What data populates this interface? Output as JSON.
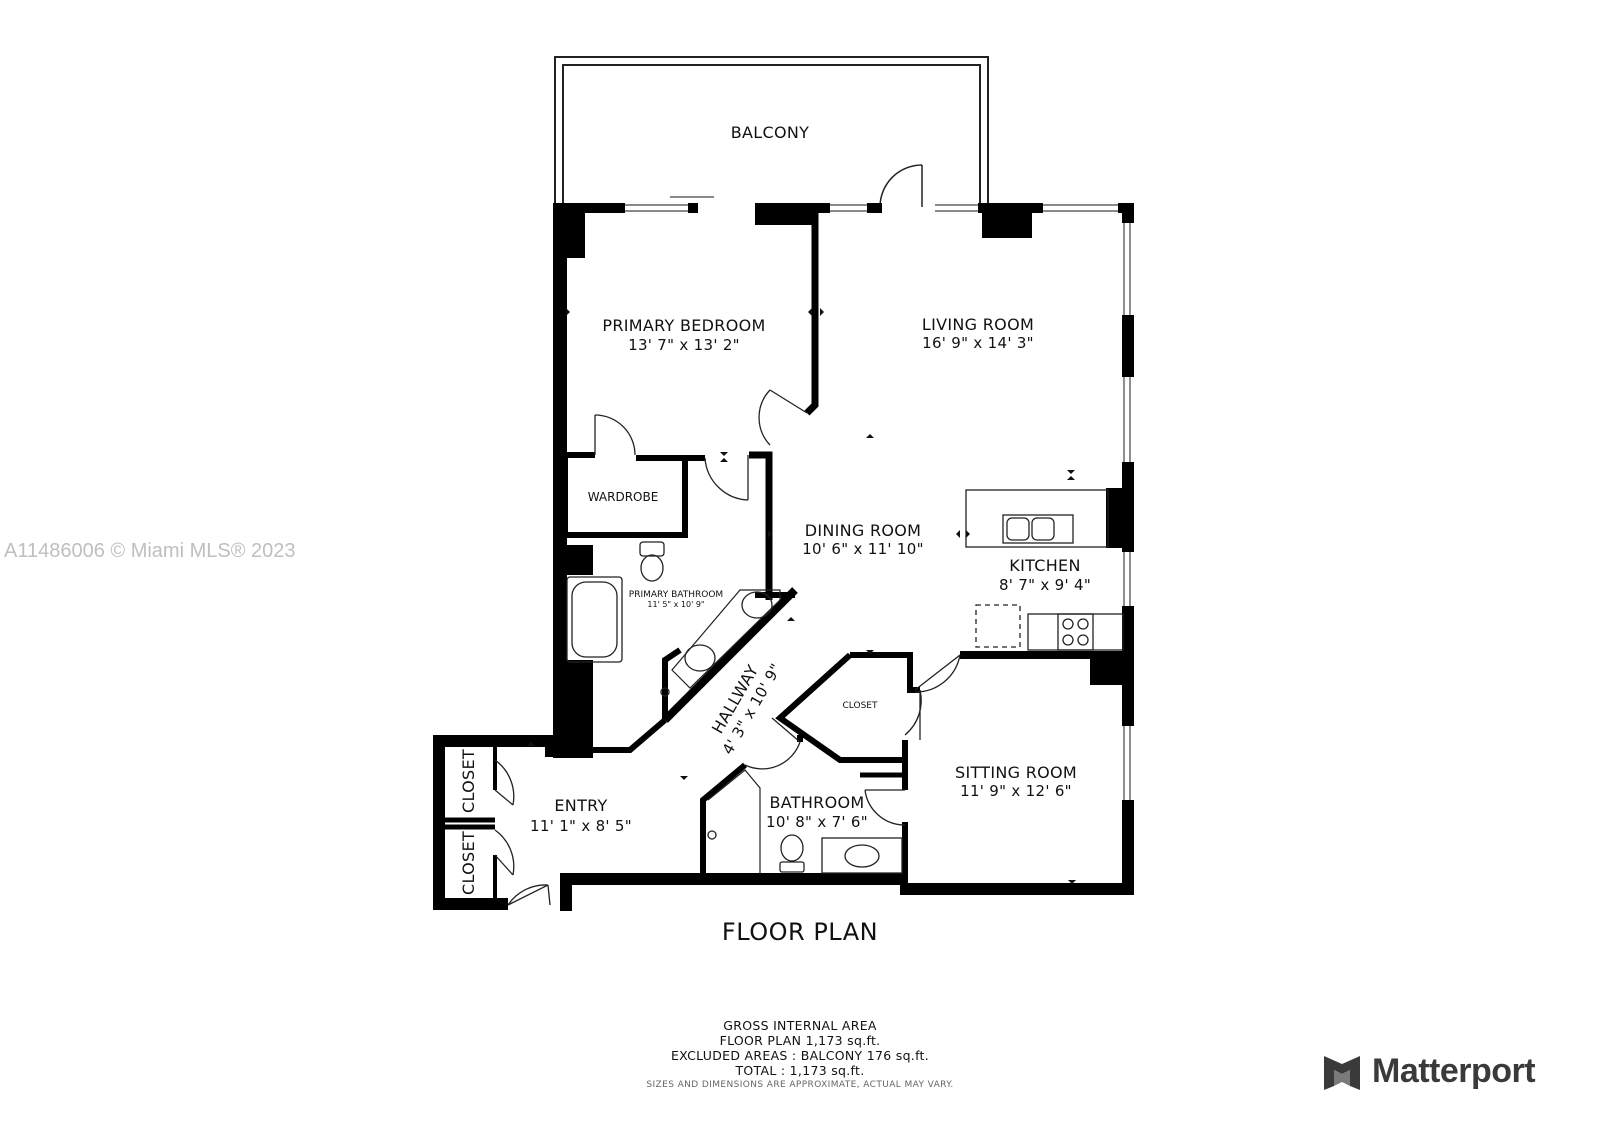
{
  "watermark": "A11486006 © Miami MLS® 2023",
  "rooms": {
    "balcony": "BALCONY",
    "primary_bedroom": {
      "name": "PRIMARY BEDROOM",
      "dims": "13' 7\" x 13' 2\""
    },
    "living_room": {
      "name": "LIVING ROOM",
      "dims": "16' 9\" x 14' 3\""
    },
    "wardrobe": "WARDROBE",
    "dining_room": {
      "name": "DINING ROOM",
      "dims": "10' 6\" x 11' 10\""
    },
    "kitchen": {
      "name": "KITCHEN",
      "dims": "8' 7\" x 9' 4\""
    },
    "primary_bathroom": {
      "name": "PRIMARY BATHROOM",
      "dims": "11' 5\" x 10' 9\""
    },
    "hallway": {
      "name": "HALLWAY",
      "dims": "4' 3\" x 10' 9\""
    },
    "closet_small": "CLOSET",
    "closet_1": "CLOSET",
    "closet_2": "CLOSET",
    "entry": {
      "name": "ENTRY",
      "dims": "11' 1\" x 8' 5\""
    },
    "bathroom": {
      "name": "BATHROOM",
      "dims": "10' 8\" x 7' 6\""
    },
    "sitting_room": {
      "name": "SITTING ROOM",
      "dims": "11' 9\" x 12' 6\""
    }
  },
  "plan_title": "FLOOR PLAN",
  "area_summary": {
    "heading": "GROSS INTERNAL AREA",
    "floor_plan": "FLOOR PLAN 1,173 sq.ft.",
    "excluded": "EXCLUDED AREAS :   BALCONY 176 sq.ft.",
    "total": "TOTAL :  1,173 sq.ft.",
    "disclaimer": "SIZES AND DIMENSIONS ARE APPROXIMATE, ACTUAL MAY VARY."
  },
  "brand": {
    "name": "Matterport",
    "icon": "matterport-logo-icon"
  },
  "colors": {
    "wall": "#000000",
    "watermark": "#bfbfbf",
    "brand": "#3a3a3a"
  }
}
